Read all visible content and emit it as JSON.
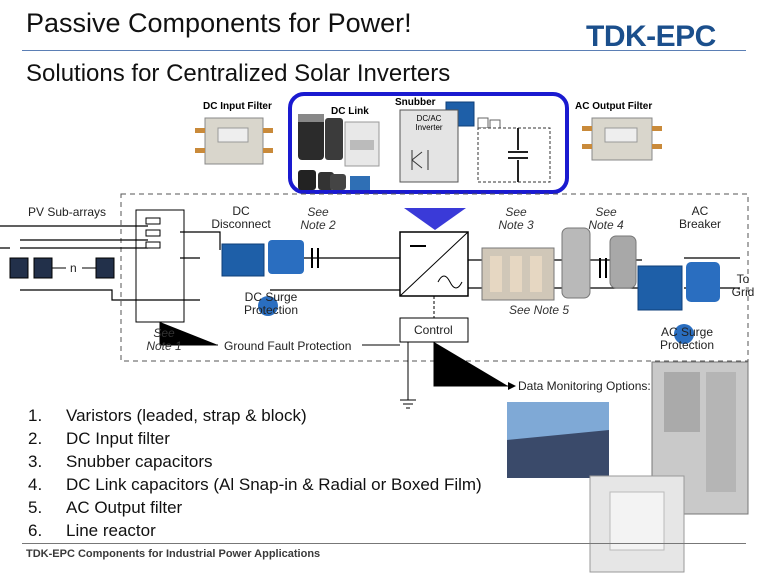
{
  "header": {
    "title": "Passive Components for Power!",
    "logo_text": "TDK-EPC",
    "subtitle": "Solutions for Centralized Solar Inverters"
  },
  "top_labels": {
    "dc_input_filter": "DC Input Filter",
    "dc_link": "DC Link",
    "snubber": "Snubber",
    "ac_output_filter": "AC Output Filter",
    "inverter_label_1": "DC/AC",
    "inverter_label_2": "Inverter"
  },
  "diagram": {
    "pv_sub_arrays": "PV Sub-arrays",
    "n_label": "n",
    "dc_disconnect_1": "DC",
    "dc_disconnect_2": "Disconnect",
    "see_note_2_a": "See",
    "see_note_2_b": "Note 2",
    "see_note_3_a": "See",
    "see_note_3_b": "Note 3",
    "see_note_4_a": "See",
    "see_note_4_b": "Note 4",
    "ac_breaker_1": "AC",
    "ac_breaker_2": "Breaker",
    "to_grid_1": "To",
    "to_grid_2": "Grid",
    "dc_surge_1": "DC Surge",
    "dc_surge_2": "Protection",
    "see_note_5": "See Note 5",
    "see_note_1_a": "See",
    "see_note_1_b": "Note 1",
    "control": "Control",
    "ground_fault": "Ground Fault Protection",
    "ac_surge_1": "AC Surge",
    "ac_surge_2": "Protection",
    "data_monitoring": "Data Monitoring Options:"
  },
  "items": [
    {
      "num": "1.",
      "text": "Varistors (leaded, strap & block)"
    },
    {
      "num": "2.",
      "text": "DC Input filter"
    },
    {
      "num": "3.",
      "text": "Snubber capacitors"
    },
    {
      "num": "4.",
      "text": "DC Link capacitors (Al Snap-in & Radial or Boxed Film)"
    },
    {
      "num": "5.",
      "text": "AC Output filter"
    },
    {
      "num": "6.",
      "text": "Line reactor"
    }
  ],
  "footer": "TDK-EPC Components for Industrial Power Applications",
  "colors": {
    "highlight_border": "#1a1ad0",
    "logo": "#1b4f8c",
    "arrow": "#3a3ad8",
    "varistor": "#1e5fa8"
  }
}
